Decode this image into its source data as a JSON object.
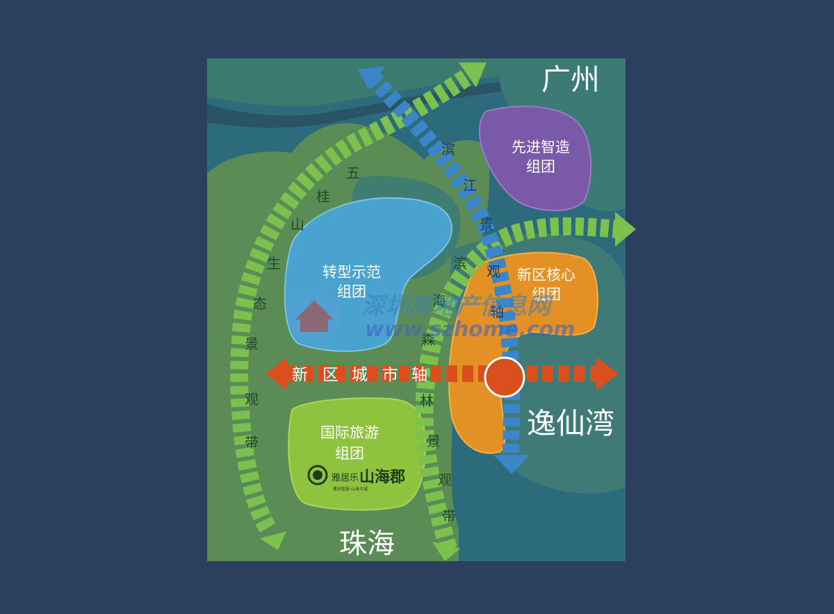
{
  "places": {
    "guangzhou": "广州",
    "zhuhai": "珠海",
    "yixianwan": "逸仙湾"
  },
  "zones": [
    {
      "id": "advanced-manufacturing",
      "line1": "先进智造",
      "line2": "组团",
      "color": "#7a5aa8"
    },
    {
      "id": "transformation-demo",
      "line1": "转型示范",
      "line2": "组团",
      "color": "#4aa3cf"
    },
    {
      "id": "new-district-core",
      "line1": "新区核心",
      "line2": "组团",
      "color": "#e39124"
    },
    {
      "id": "international-tourism",
      "line1": "国际旅游",
      "line2": "组团",
      "color": "#8fc23f"
    }
  ],
  "belts": {
    "guishan": [
      "五",
      "桂",
      "山",
      "生",
      "态",
      "景",
      "观",
      "带"
    ],
    "riverside": [
      "滨",
      "江",
      "景",
      "观",
      "轴"
    ],
    "coastal_forest": [
      "滨",
      "海",
      "森",
      "林",
      "景",
      "观",
      "带"
    ],
    "city_axis": [
      "新",
      "区",
      "城",
      "市",
      "轴"
    ]
  },
  "project_logo": {
    "brand": "雅居乐",
    "name": "山海郡",
    "tagline": "雅乐智慧·山海大城"
  },
  "watermark": {
    "site_cn": "深圳房地产信息网",
    "site_url": "www.szhome.com"
  },
  "colors": {
    "background": "#2c3f5e",
    "water": "#2c6b7c",
    "land": "#5c8c55",
    "green_belt": "#7cc04e",
    "blue_axis": "#3a86c8",
    "red_axis": "#d9501e",
    "core_marker": "#d9501e"
  }
}
